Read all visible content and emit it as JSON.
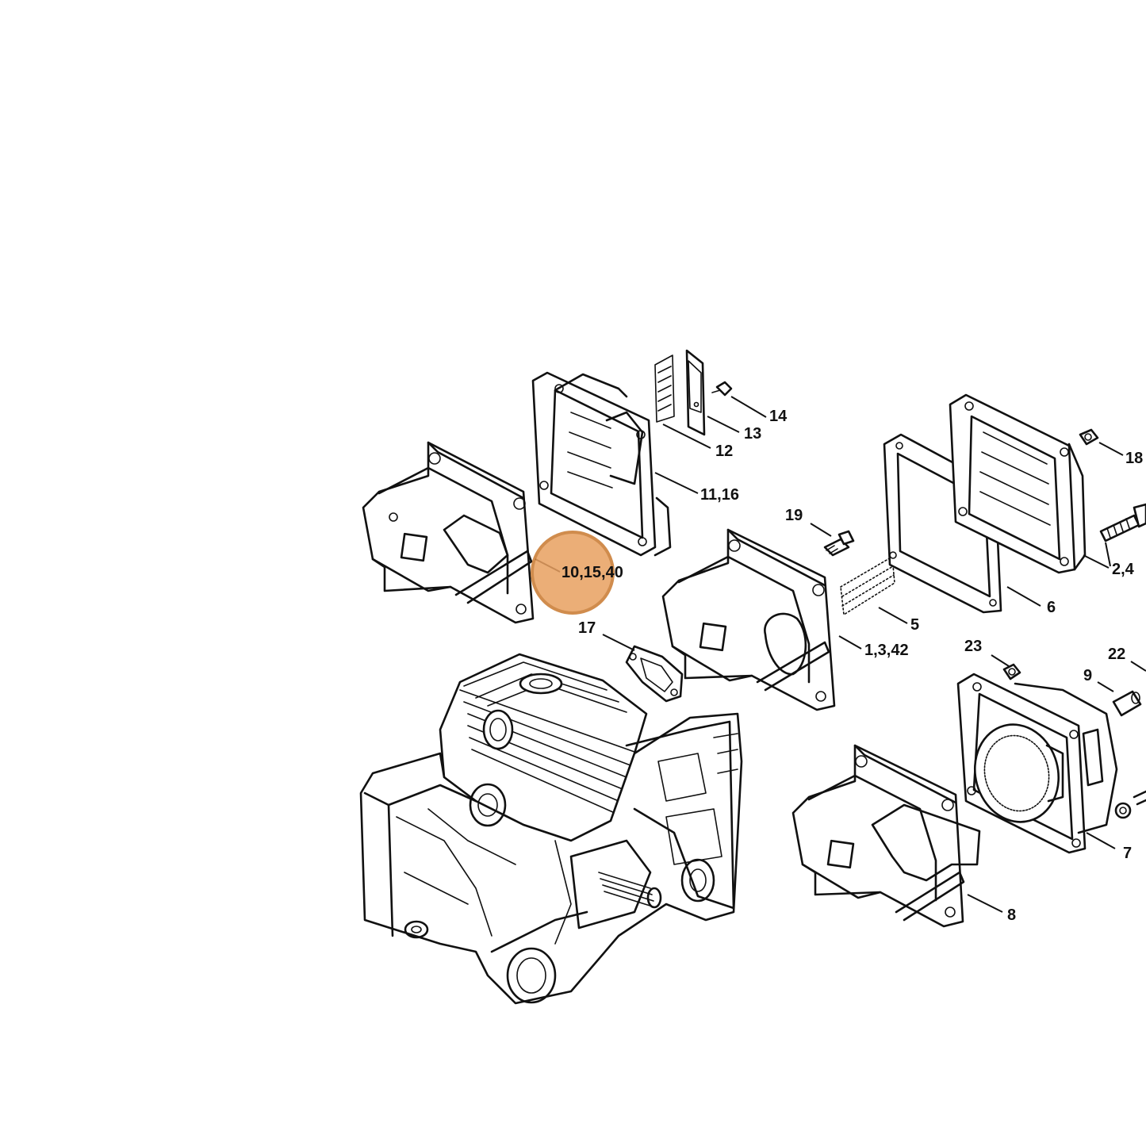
{
  "diagram": {
    "highlight": {
      "color": "#e8a060",
      "border": "#c8782e",
      "target_label": "10,15,40"
    },
    "part_labels": [
      {
        "id": "p14",
        "text": "14"
      },
      {
        "id": "p13",
        "text": "13"
      },
      {
        "id": "p12",
        "text": "12"
      },
      {
        "id": "p18",
        "text": "18"
      },
      {
        "id": "p1116",
        "text": "11,16"
      },
      {
        "id": "p19",
        "text": "19"
      },
      {
        "id": "p24",
        "text": "2,4"
      },
      {
        "id": "p101540",
        "text": "10,15,40"
      },
      {
        "id": "p6",
        "text": "6"
      },
      {
        "id": "p5",
        "text": "5"
      },
      {
        "id": "p17",
        "text": "17"
      },
      {
        "id": "p1342",
        "text": "1,3,42"
      },
      {
        "id": "p23",
        "text": "23"
      },
      {
        "id": "p22",
        "text": "22"
      },
      {
        "id": "p9",
        "text": "9"
      },
      {
        "id": "p7",
        "text": "7"
      },
      {
        "id": "p8",
        "text": "8"
      }
    ]
  }
}
